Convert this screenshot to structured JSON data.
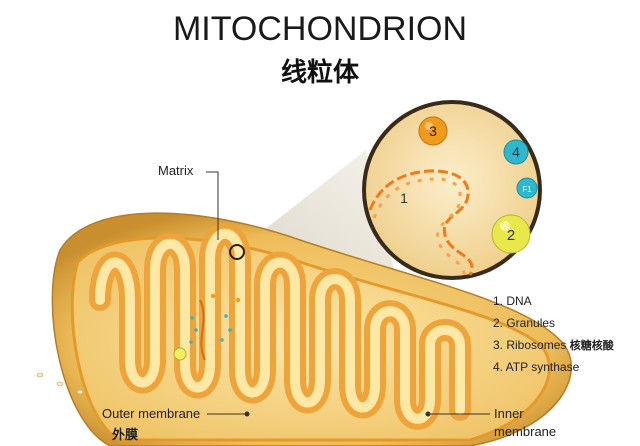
{
  "title": "MITOCHONDRION",
  "subtitle": "线粒体",
  "labels": {
    "matrix": "Matrix",
    "outer_membrane": "Outer membrane",
    "outer_membrane_cn": "外膜",
    "inner_membrane_line1": "Inner",
    "inner_membrane_line2": "membrane"
  },
  "zoom_markers": {
    "dna": "1",
    "granule": "2",
    "ribosome": "3",
    "atp_synthase": "4",
    "f1_label": "F1"
  },
  "legend": [
    {
      "text": "1. DNA",
      "cn": ""
    },
    {
      "text": "2. Granules",
      "cn": ""
    },
    {
      "text": "3. Ribosomes",
      "cn": "核糖核酸"
    },
    {
      "text": "4. ATP synthase",
      "cn": ""
    }
  ],
  "colors": {
    "outer_shell": "#f2c96b",
    "inner_fill": "#f7d98a",
    "crista": "#f0a93a",
    "crista_highlight": "#ffe9a8",
    "zoom_bg": "#f7e1a6",
    "zoom_border": "#3a2a1a",
    "dna": "#f07a1c",
    "ribosome": "#f29a1d",
    "atp": "#2fb7cf",
    "granule": "#e9e84a"
  }
}
